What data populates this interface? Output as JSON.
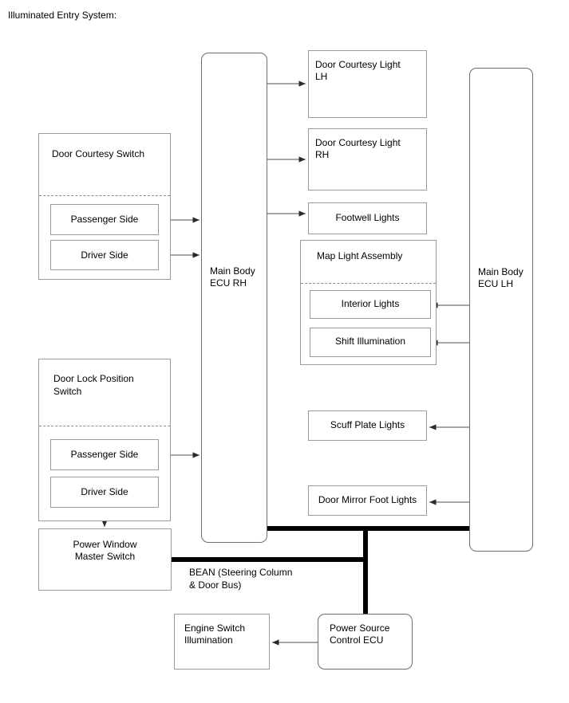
{
  "diagram": {
    "title": "Illuminated Entry System:",
    "bus": {
      "label_line1": "BEAN (Steering Column",
      "label_line2": "& Door Bus)"
    },
    "ecus": {
      "rh": {
        "line1": "Main Body",
        "line2": "ECU RH"
      },
      "lh": {
        "line1": "Main Body",
        "line2": "ECU LH"
      }
    },
    "groups": {
      "door_courtesy_switch": {
        "title": "Door Courtesy Switch",
        "items": [
          {
            "label": "Passenger Side"
          },
          {
            "label": "Driver Side"
          }
        ]
      },
      "door_lock_position_switch": {
        "title_line1": "Door Lock Position",
        "title_line2": "Switch",
        "items": [
          {
            "label": "Passenger Side"
          },
          {
            "label": "Driver Side"
          }
        ]
      },
      "map_light_assembly": {
        "title": "Map Light Assembly",
        "items": [
          {
            "label": "Interior Lights"
          },
          {
            "label": "Shift Illumination"
          }
        ]
      }
    },
    "nodes": {
      "power_window_master_switch": {
        "line1": "Power Window",
        "line2": "Master Switch"
      },
      "door_courtesy_light_lh": {
        "line1": "Door Courtesy Light",
        "line2": "LH"
      },
      "door_courtesy_light_rh": {
        "line1": "Door Courtesy Light",
        "line2": "RH"
      },
      "footwell_lights": {
        "label": "Footwell Lights"
      },
      "scuff_plate_lights": {
        "label": "Scuff Plate Lights"
      },
      "door_mirror_foot_lights": {
        "label": "Door Mirror Foot Lights"
      },
      "engine_switch_illumination": {
        "line1": "Engine Switch",
        "line2": "Illumination"
      },
      "power_source_control_ecu": {
        "line1": "Power Source",
        "line2": "Control ECU"
      }
    },
    "colors": {
      "bus": "#000000",
      "box_border": "#9a9a9a",
      "divider": "#8d8d8d",
      "wire": "#4d4d4d",
      "text": "#000000"
    }
  }
}
